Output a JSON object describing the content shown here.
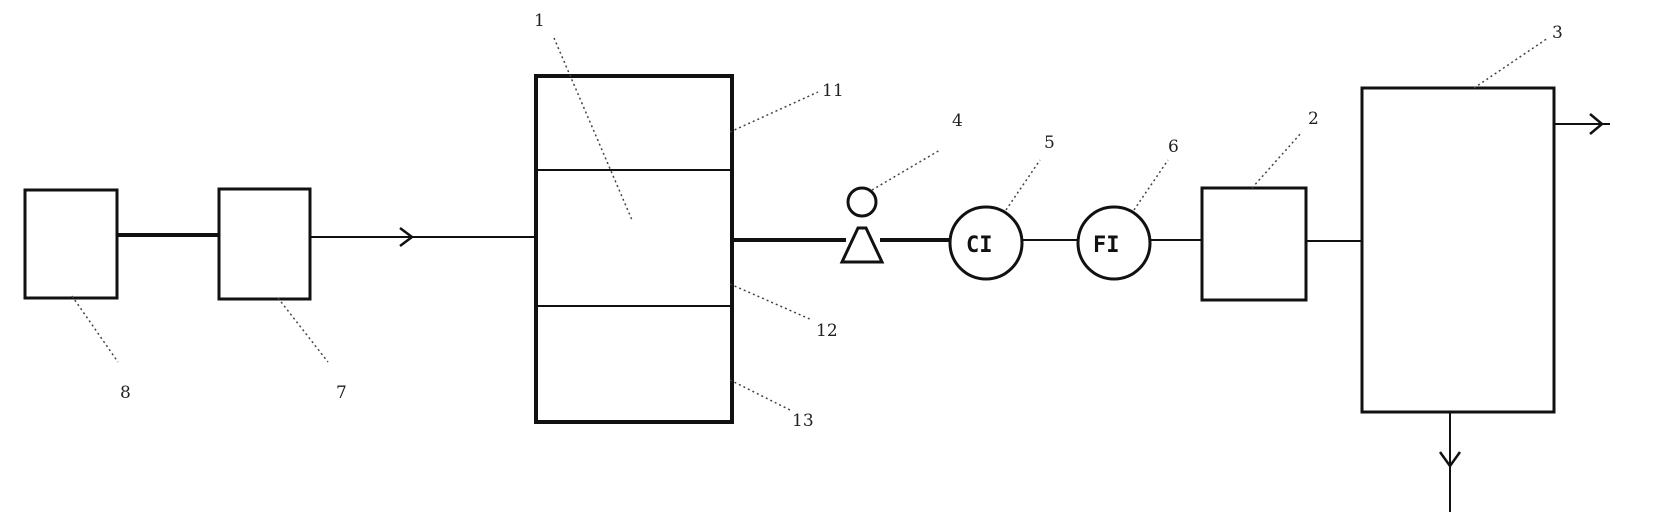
{
  "diagram": {
    "labels": {
      "unit_1": "1",
      "layer_11": "11",
      "layer_12": "12",
      "layer_13": "13",
      "unit_2": "2",
      "unit_3": "3",
      "pump_4": "4",
      "instrument_5": "5",
      "instrument_6": "6",
      "unit_7": "7",
      "unit_8": "8"
    },
    "instruments": {
      "ci": "CI",
      "fi": "FI"
    }
  }
}
